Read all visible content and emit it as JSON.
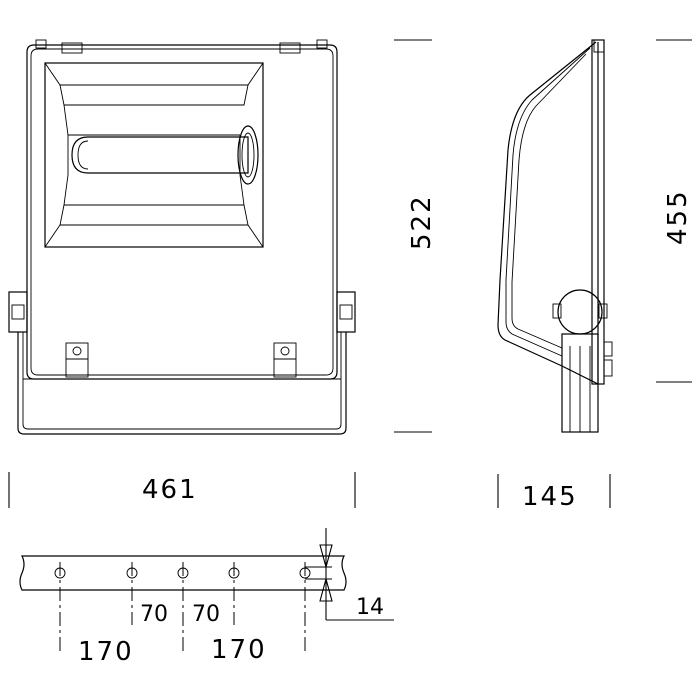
{
  "dimensions": {
    "front_width": "461",
    "front_height": "522",
    "side_depth": "145",
    "side_height": "455",
    "hole_spacing_a": "70",
    "hole_spacing_b": "70",
    "hole_spacing_c": "170",
    "hole_spacing_d": "170",
    "hole_diameter": "14"
  }
}
